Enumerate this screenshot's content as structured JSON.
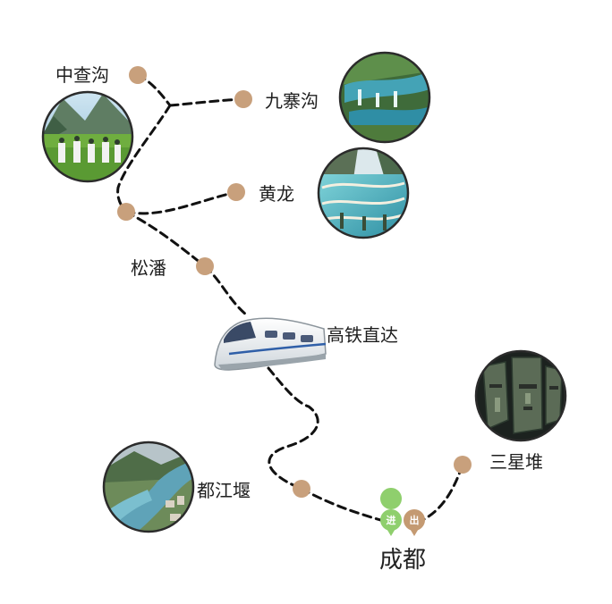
{
  "places": {
    "zhongchagou": "中查沟",
    "jiuzhaigou": "九寨沟",
    "huanglong": "黄龙",
    "songpan": "松潘",
    "train": "高铁直达",
    "sanxingdui": "三星堆",
    "dujiangyan": "都江堰",
    "chengdu": "成都"
  },
  "pins": {
    "enter": "进",
    "exit": "出"
  },
  "icons": {
    "train": "high-speed-train-icon",
    "photo_zhongchagou": "photo-zhongchagou-meadow",
    "photo_jiuzhaigou": "photo-jiuzhaigou-lakes",
    "photo_huanglong": "photo-huanglong-pools",
    "photo_sanxingdui": "photo-sanxingdui-bronze-masks",
    "photo_dujiangyan": "photo-dujiangyan-river"
  },
  "colors": {
    "stop_dot": "#c8a07c",
    "route_line": "#111111",
    "pin_enter": "#8fcf6d",
    "pin_exit": "#c49a72"
  }
}
